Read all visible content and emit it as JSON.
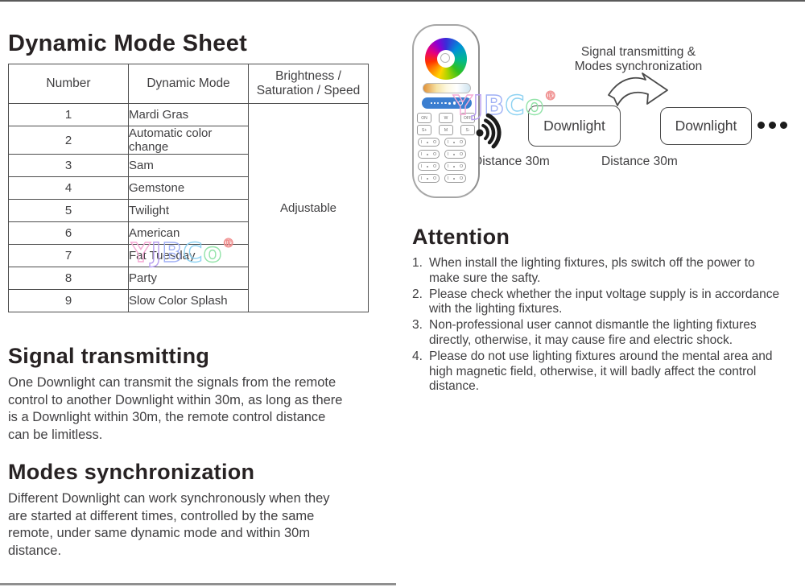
{
  "left": {
    "title": "Dynamic Mode Sheet",
    "table": {
      "headers": [
        "Number",
        "Dynamic Mode",
        "Brightness /\nSaturation / Speed"
      ],
      "adjustable": "Adjustable",
      "rows": [
        {
          "n": "1",
          "m": "Mardi Gras"
        },
        {
          "n": "2",
          "m": "Automatic color change"
        },
        {
          "n": "3",
          "m": "Sam"
        },
        {
          "n": "4",
          "m": "Gemstone"
        },
        {
          "n": "5",
          "m": "Twilight"
        },
        {
          "n": "6",
          "m": "American"
        },
        {
          "n": "7",
          "m": "Fat Tuesday"
        },
        {
          "n": "8",
          "m": "Party"
        },
        {
          "n": "9",
          "m": "Slow Color Splash"
        }
      ]
    },
    "signal_section": {
      "title": "Signal transmitting",
      "body": "One Downlight can transmit the signals from the remote\ncontrol to another Downlight within 30m, as long as there\nis a Downlight within 30m, the remote control distance\ncan be limitless."
    },
    "modes_section": {
      "title": "Modes synchronization",
      "body": "Different Downlight can work synchronously when they\nare started at different times, controlled by the same\nremote, under same dynamic mode and within 30m\ndistance."
    }
  },
  "diagram": {
    "caption_line1": "Signal transmitting &",
    "caption_line2": "Modes synchronization",
    "box1_label": "Downlight",
    "box2_label": "Downlight",
    "distance1": "Distance 30m",
    "distance2": "Distance 30m"
  },
  "remote": {
    "power_row": [
      "ON",
      "W",
      "OFF"
    ],
    "mode_row": [
      "S+",
      "M",
      "S-"
    ],
    "zone_button": {
      "left": "I",
      "right": "O"
    }
  },
  "watermark": {
    "letters": [
      "Y",
      "J",
      "B",
      "C",
      "o"
    ],
    "reg": "®",
    "colors": {
      "y": "#f5a8d4",
      "j": "#b79df0",
      "b": "#9fb0f5",
      "c": "#8ed2f2",
      "o": "#93e3a9",
      "reg": "#f09090"
    }
  },
  "attention": {
    "title": "Attention",
    "items": [
      {
        "num": "1.",
        "text": "When install the lighting fixtures, pls switch off the power to\nmake sure the safty."
      },
      {
        "num": "2.",
        "text": "Please check whether the input voltage supply is in accordance\nwith the lighting fixtures."
      },
      {
        "num": "3.",
        "text": "Non-professional user cannot dismantle the lighting fixtures\ndirectly, otherwise, it may cause fire and electric shock."
      },
      {
        "num": "4.",
        "text": "Please do not use lighting fixtures around the mental area and\nhigh magnetic field, otherwise, it will badly affect the control\ndistance."
      }
    ]
  },
  "colors": {
    "remote_speed_bar": "#3a7ed0",
    "bottom_rule": "#8f8f8f",
    "top_rule": "#5a5a5a",
    "text": "#414042",
    "heading": "#272223"
  }
}
